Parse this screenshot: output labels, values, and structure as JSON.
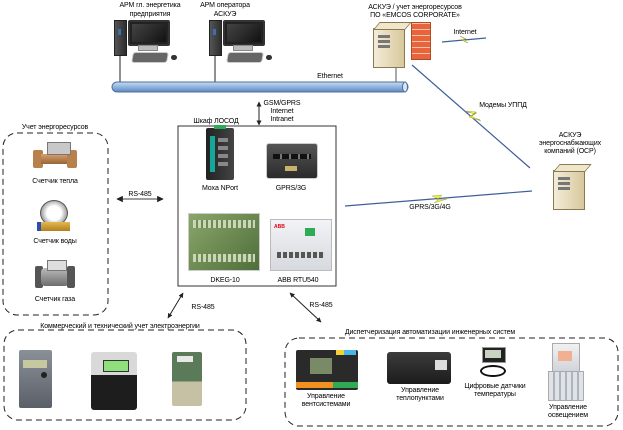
{
  "workstations": [
    {
      "title_line1": "АРМ гл. энергетика",
      "title_line2": "предприятия"
    },
    {
      "title_line1": "АРМ оператора",
      "title_line2": "АСКУЭ"
    }
  ],
  "server_main": {
    "title_line1": "АСКУЭ / учет энергоресурсов",
    "title_line2": "ПО «EMCOS CORPORATE»"
  },
  "links": {
    "internet": "Internet",
    "ethernet": "Ethernet",
    "gsm_line1": "GSM/GPRS",
    "gsm_line2": "Internet",
    "gsm_line3": "Intranet",
    "modems": "Модемы УППД",
    "gprs": "GPRS/3G/4G",
    "rs485_left": "RS-485",
    "rs485_bottom_left": "RS-485",
    "rs485_bottom_right": "RS-485"
  },
  "server_supplier": {
    "line1": "АСКУЭ",
    "line2": "энергоснабжающих",
    "line3": "компаний (ОСР)"
  },
  "cabinet": {
    "title": "Шкаф ЛОСОД",
    "devices": [
      "Moxa NPort",
      "GPRS/3G",
      "DKEG-10",
      "ABB RTU540"
    ]
  },
  "energy_resources": {
    "title": "Учет энергоресурсов",
    "items": [
      "Счетчик тепла",
      "Счетчик воды",
      "Счетчик газа"
    ]
  },
  "electricity": {
    "title": "Коммерческий и технический учет электроэнергии"
  },
  "dispatch": {
    "title": "Диспетчеризация автоматизации инженерных систем",
    "items": [
      {
        "line1": "Управление",
        "line2": "вентсистемами"
      },
      {
        "line1": "Управление",
        "line2": "теплопунктами"
      },
      {
        "line1": "Цифровые датчики",
        "line2": "температуры"
      },
      {
        "line1": "Управление",
        "line2": "освещением"
      }
    ]
  },
  "colors": {
    "bus": "#8fb4dd",
    "bus_border": "#4d6f9c",
    "wireless_line": "#3f5f9a",
    "lightning": "#e8f03c",
    "firewall": "#e8643c"
  }
}
